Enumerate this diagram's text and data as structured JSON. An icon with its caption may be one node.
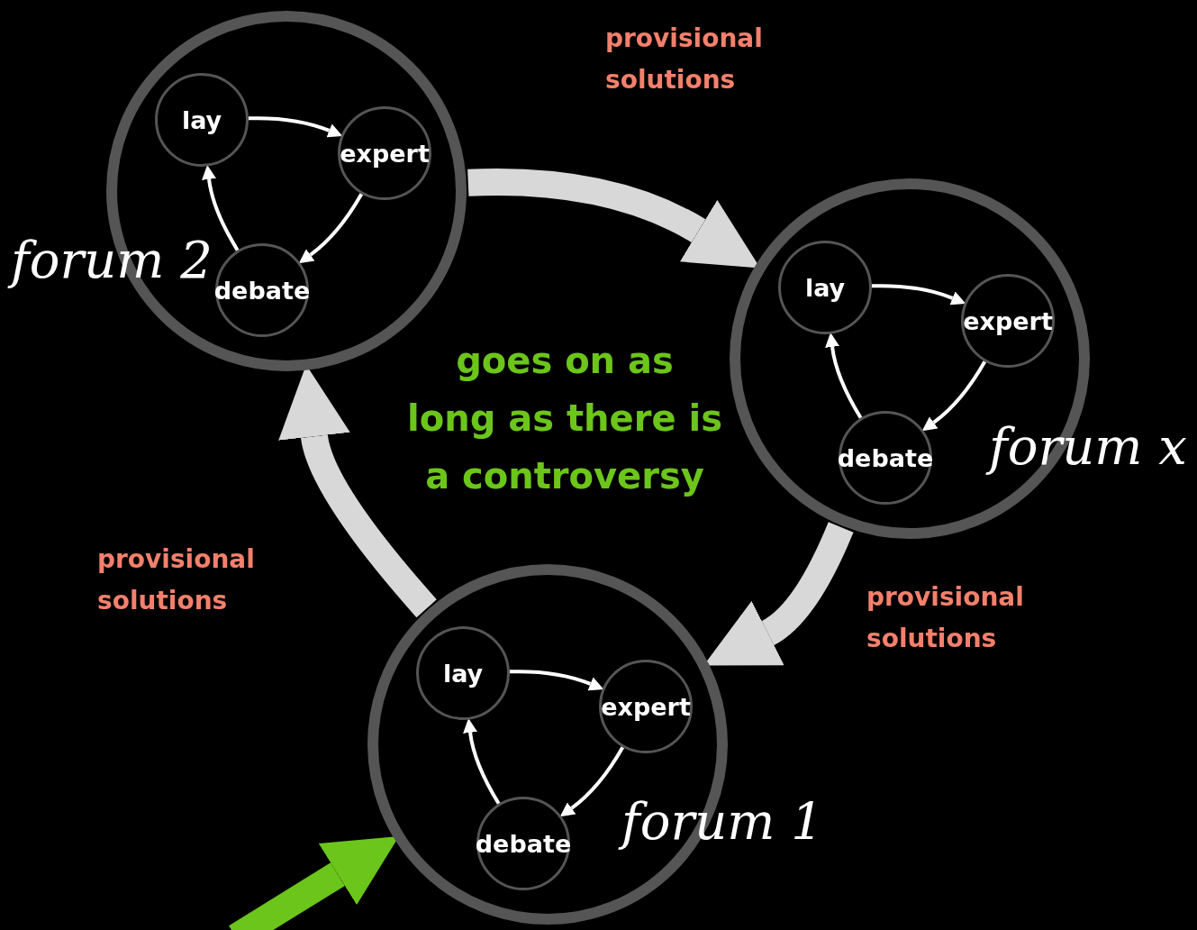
{
  "diagram": {
    "nodes": [
      {
        "text": [
          "forum 2"
        ]
      },
      {
        "text": [
          "lay"
        ],
        "in": 0
      },
      {
        "text": [
          "expert"
        ],
        "in": 0
      },
      {
        "text": [
          "debate"
        ],
        "in": 0
      },
      {
        "text": [
          "forum x"
        ]
      },
      {
        "text": [
          "lay"
        ],
        "in": 4
      },
      {
        "text": [
          "expert"
        ],
        "in": 4
      },
      {
        "text": [
          "debate"
        ],
        "in": 4
      },
      {
        "text": [
          "forum 1"
        ]
      },
      {
        "text": [
          "lay"
        ],
        "in": 8
      },
      {
        "text": [
          "expert"
        ],
        "in": 8
      },
      {
        "text": [
          "debate"
        ],
        "in": 8
      }
    ],
    "edges": [
      {
        "from": 1,
        "to": 2,
        "arrow": "to"
      },
      {
        "from": 2,
        "to": 3,
        "arrow": "to"
      },
      {
        "from": 3,
        "to": 1,
        "arrow": "to"
      },
      {
        "from": 0,
        "to": 4,
        "arrow": "to",
        "label": "provisional solutions",
        "style": "thick"
      },
      {
        "from": 5,
        "to": 6,
        "arrow": "to"
      },
      {
        "from": 6,
        "to": 7,
        "arrow": "to"
      },
      {
        "from": 7,
        "to": 5,
        "arrow": "to"
      },
      {
        "from": 4,
        "to": 8,
        "arrow": "to",
        "label": "provisional solutions",
        "style": "thick"
      },
      {
        "from": 9,
        "to": 10,
        "arrow": "to"
      },
      {
        "from": 10,
        "to": 11,
        "arrow": "to"
      },
      {
        "from": 11,
        "to": 9,
        "arrow": "to"
      },
      {
        "from": 8,
        "to": 0,
        "arrow": "to",
        "label": "provisional solutions",
        "style": "thick"
      },
      {
        "from": null,
        "to": 8,
        "arrow": "to",
        "style": "thick",
        "color": "#6cc51a"
      }
    ],
    "labels": [
      "goes on as long as there is a controversy"
    ]
  }
}
